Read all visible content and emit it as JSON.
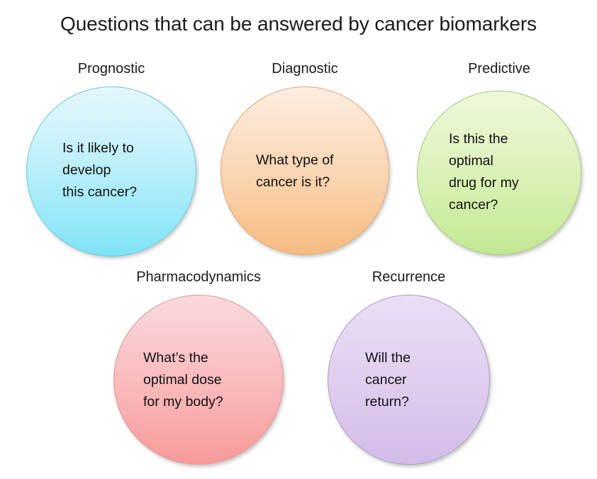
{
  "slide": {
    "title": "Questions that can be answered by cancer biomarkers",
    "background_color": "#ffffff",
    "text_color": "#1a1a1a"
  },
  "nodes": [
    {
      "id": "prognostic",
      "label": "Prognostic",
      "question": "Is it likely to\ndevelop\nthis cancer?",
      "color": "#a8ecfa",
      "color_top": "#e4f7fc",
      "color_bottom": "#7fe3f6",
      "row": 1
    },
    {
      "id": "diagnostic",
      "label": "Diagnostic",
      "question": "What type of\ncancer is it?",
      "color": "#f9cfa5",
      "color_top": "#fdeee1",
      "color_bottom": "#f6bb80",
      "row": 1
    },
    {
      "id": "predictive",
      "label": "Predictive",
      "question": "Is this the\noptimal\ndrug for my\ncancer?",
      "color": "#d4efac",
      "color_top": "#eef8da",
      "color_bottom": "#c3e894",
      "row": 1
    },
    {
      "id": "pharmacodynamics",
      "label": "Pharmacodynamics",
      "question": "What’s the\noptimal dose\nfor my body?",
      "color": "#f9b4b6",
      "color_top": "#fbd9dc",
      "color_bottom": "#f79a99",
      "row": 2
    },
    {
      "id": "recurrence",
      "label": "Recurrence",
      "question": "Will the\ncancer\nreturn?",
      "color": "#ddc9ee",
      "color_top": "#eadef5",
      "color_bottom": "#d3bce9",
      "row": 2
    }
  ]
}
